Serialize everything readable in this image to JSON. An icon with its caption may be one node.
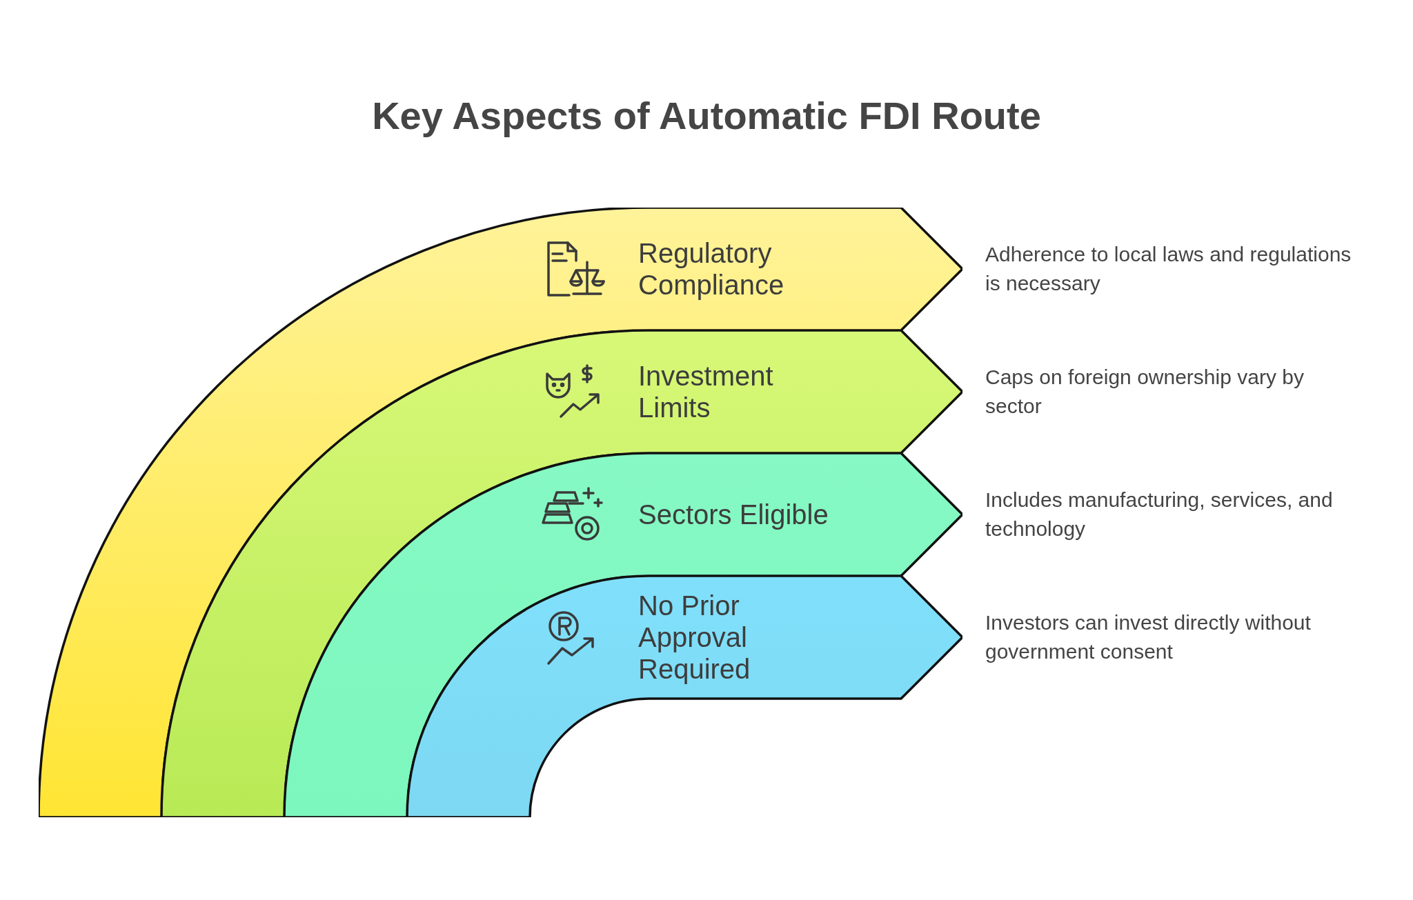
{
  "diagram": {
    "title": "Key Aspects of Automatic FDI Route",
    "nodes": [
      {
        "text": [
          "Regulatory Compliance"
        ],
        "beside": [
          "Adherence to local laws and regulations is necessary"
        ]
      },
      {
        "text": [
          "Investment Limits"
        ],
        "beside": [
          "Caps on foreign ownership vary by sector"
        ]
      },
      {
        "text": [
          "Sectors Eligible"
        ],
        "beside": [
          "Includes manufacturing, services, and technology"
        ]
      },
      {
        "text": [
          "No Prior Approval Required"
        ],
        "beside": [
          "Investors can invest directly without government consent"
        ]
      }
    ]
  }
}
